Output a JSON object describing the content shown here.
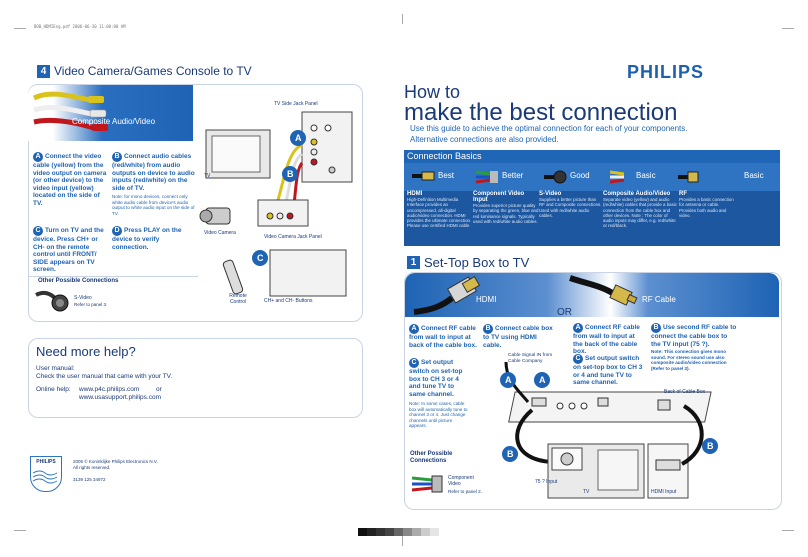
{
  "file_header": "BOB_HDMIEng.pdf   2006-06-30   11:00:00 AM",
  "left": {
    "section4_number": "4",
    "section4_title": "Video Camera/Games Console to TV",
    "composite_label": "Composite Audio/Video",
    "tv_side_panel": "TV Side Jack Panel",
    "tv_label": "TV",
    "video_camera_label": "Video Camera",
    "video_camera_jack": "Video Camera Jack Panel",
    "remote_label": "Remote Control",
    "ch_buttons": "CH+ and CH- Buttons",
    "stepA": {
      "letter": "A",
      "text": "Connect the video cable (yellow) from the video output on camera (or other device) to the video input (yellow) located on the side of TV."
    },
    "stepB": {
      "letter": "B",
      "text": "Connect audio cables (red/white) from audio outputs on device to audio inputs (red/white) on the side of TV.",
      "note": "Note: for mono devices, connect only white audio cable from device's audio output to white audio input on the side of TV."
    },
    "stepC": {
      "letter": "C",
      "text": "Turn on TV and the device. Press CH+ or CH- on the remote control until FRONT/ SIDE appears on TV screen."
    },
    "stepD": {
      "letter": "D",
      "text": "Press PLAY on the device to verify connection."
    },
    "other_title": "Other Possible Connections",
    "svideo_label": "S-Video",
    "svideo_ref": "Refer to panel 3.",
    "help_title": "Need more help?",
    "help_manual_label": "User manual:",
    "help_manual_text": "Check the user manual that came with your TV.",
    "help_online_label": "Online help:",
    "help_url1": "www.p4c.philips.com",
    "help_or": "or",
    "help_url2": "www.usasupport.philips.com",
    "footer_logo": "PHILIPS",
    "copyright": "2005 © Koninklijke Philips Electronics N.V.",
    "rights": "All rights reserved.",
    "part_no": "3139 125 34972"
  },
  "right": {
    "brand": "PHILIPS",
    "how_to": "How to",
    "headline": "make the best connection",
    "intro1": "Use this guide to achieve the optimal connection for each of your components.",
    "intro2": "Alternative connections are also provided.",
    "basics_title": "Connection Basics",
    "quality": [
      "Best",
      "Better",
      "Good",
      "Basic",
      "Basic"
    ],
    "types": [
      {
        "title": "HDMI",
        "desc": "High-Definition Multimedia Interface provides an uncompressed, all-digital audio/video connection. HDMI provides the ultimate connection. Please use certified HDMI cable"
      },
      {
        "title": "Component Video Input",
        "desc": "Provides superior picture quality by separating the green, blue and red luminance signals. Typically used with red/white audio cables."
      },
      {
        "title": "S-Video",
        "desc": "Supplies a better picture than RF and Composite connections. Used with red/white audio cables."
      },
      {
        "title": "Composite Audio/Video",
        "desc": "Separate video (yellow) and audio (red/white) cables that provide a basic connection from the cable box and other devices. Note : The color of audio inputs may differ, e.g. red/white or red/black."
      },
      {
        "title": "RF",
        "desc": "Provides a basic connection for antenna or cable. Provides both audio and video."
      }
    ],
    "section1_number": "1",
    "section1_title": "Set-Top Box to TV",
    "hdmi_label": "HDMI",
    "or_label": "OR",
    "rf_label": "RF Cable",
    "hdmiA": {
      "letter": "A",
      "text": "Connect RF cable from wall to input at back of the cable box."
    },
    "hdmiB": {
      "letter": "B",
      "text": "Connect cable box to TV using HDMI cable."
    },
    "hdmiC": {
      "letter": "C",
      "text": "Set output switch on set-top box to CH 3 or 4 and tune TV to same channel.",
      "note": "Note: In some cases, cable box will automatically tune to channel 3 or 4. Just change channels until picture appears."
    },
    "rfA": {
      "letter": "A",
      "text": "Connect RF cable from wall to input at the back of the cable box."
    },
    "rfB": {
      "letter": "B",
      "text": "Use second RF cable to connect the cable box to the TV input (75 ?).",
      "note": "Note: This connection gives mono sound. For stereo sound use also composite audio/video connection (Refer to panel 3)."
    },
    "rfC": {
      "letter": "C",
      "text": "Set output switch on set-top box to CH 3 or 4 and tune TV to same channel."
    },
    "signal_in": "Cable Signal IN from Cable Company",
    "back_cable_box": "Back of Cable Box",
    "input_75": "75 ? Input",
    "tv_label": "TV",
    "hdmi_input": "HDMI Input",
    "other_title": "Other Possible Connections",
    "component_label": "Component Video",
    "component_ref": "Refer to panel 2."
  },
  "colors": {
    "primary": "#1e63b4",
    "navy": "#1a3a78",
    "band": "#2f74c2"
  }
}
